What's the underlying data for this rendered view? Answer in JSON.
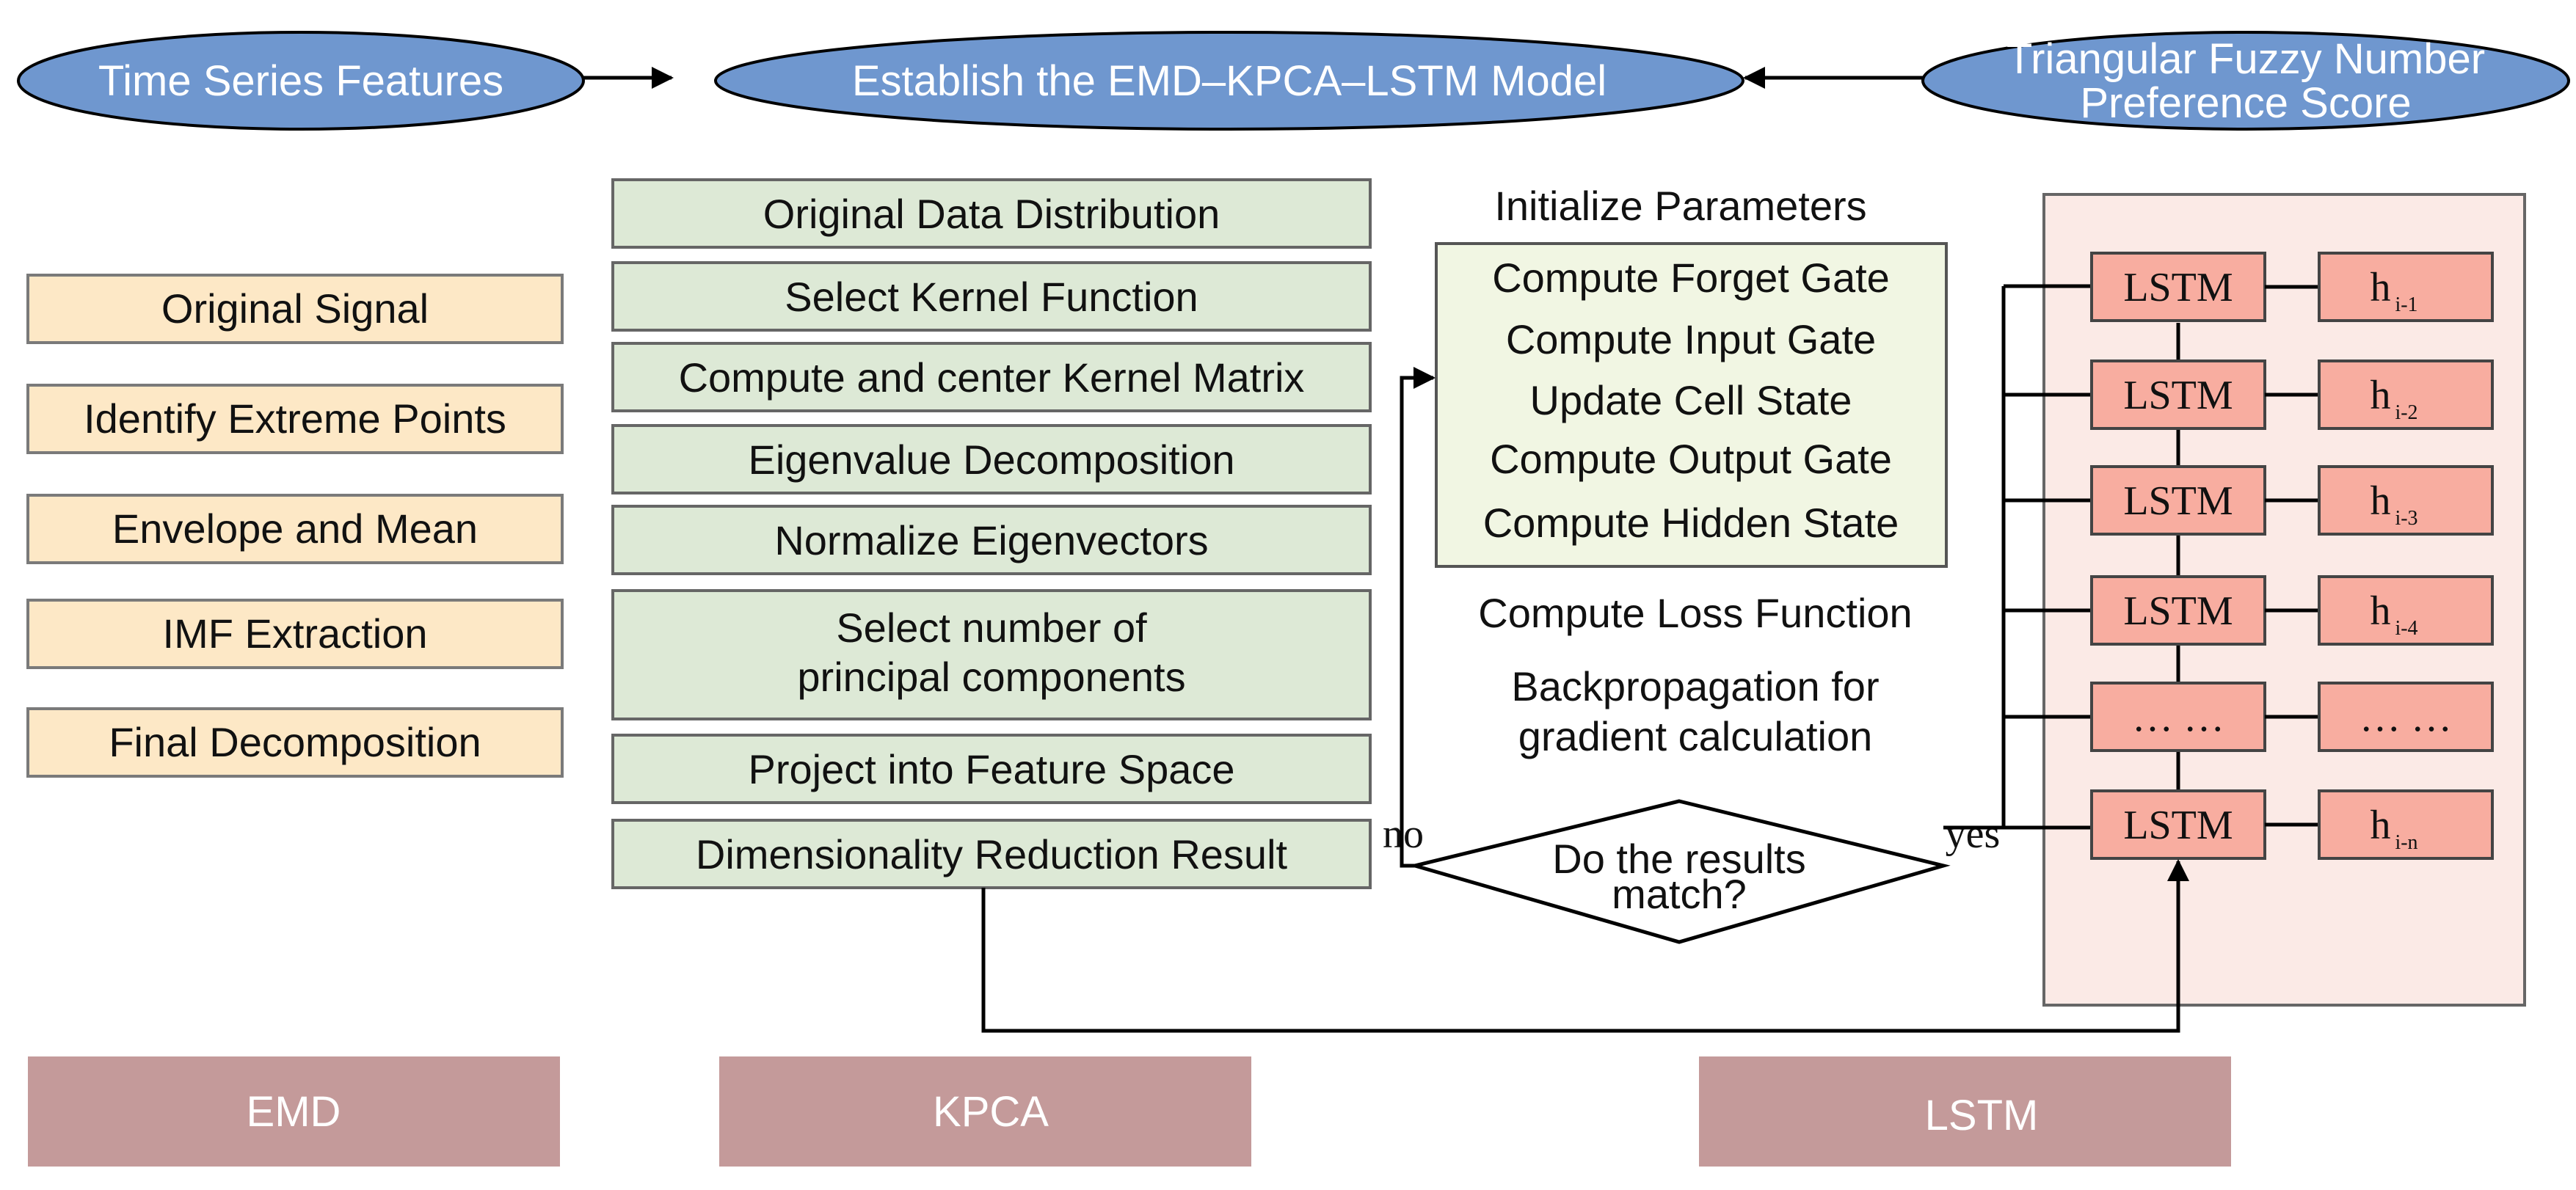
{
  "header": {
    "left_oval": "Time Series Features",
    "center_oval": "Establish the EMD–KPCA–LSTM Model",
    "right_oval_line1": "Triangular Fuzzy Number",
    "right_oval_line2": "Preference Score"
  },
  "emd_steps": [
    "Original Signal",
    "Identify Extreme Points",
    "Envelope and Mean",
    "IMF Extraction",
    "Final Decomposition"
  ],
  "kpca_steps": {
    "s1": "Original Data Distribution",
    "s2": "Select Kernel Function",
    "s3": "Compute and center Kernel Matrix",
    "s4": "Eigenvalue Decomposition",
    "s5": "Normalize Eigenvectors",
    "s6_line1": "Select number of",
    "s6_line2": "principal components",
    "s7": "Project into Feature Space",
    "s8": "Dimensionality Reduction Result"
  },
  "lstm_training": {
    "init_params": "Initialize Parameters",
    "gates": [
      "Compute Forget Gate",
      "Compute Input Gate",
      "Update Cell State",
      "Compute Output Gate",
      "Compute Hidden State"
    ],
    "loss": "Compute Loss Function",
    "backprop_line1": "Backpropagation for",
    "backprop_line2": "gradient calculation",
    "decision_line1": "Do the results",
    "decision_line2": "match?",
    "no_label": "no",
    "yes_label": "yes"
  },
  "lstm_chain": {
    "cell_label": "LSTM",
    "ellipsis": "… …",
    "h_base": "h",
    "h_subscripts": [
      "i-1",
      "i-2",
      "i-3",
      "i-4",
      "i-n"
    ]
  },
  "categories": {
    "emd": "EMD",
    "kpca": "KPCA",
    "lstm": "LSTM"
  },
  "colors": {
    "oval_fill": "#6f97cf",
    "emd_fill": "#fde8c6",
    "kpca_fill": "#dde9d6",
    "gate_fill": "#f1f6e3",
    "lstm_fill": "#f8ada0",
    "lstm_panel": "#fbeae6",
    "category_fill": "#c49a9a"
  }
}
